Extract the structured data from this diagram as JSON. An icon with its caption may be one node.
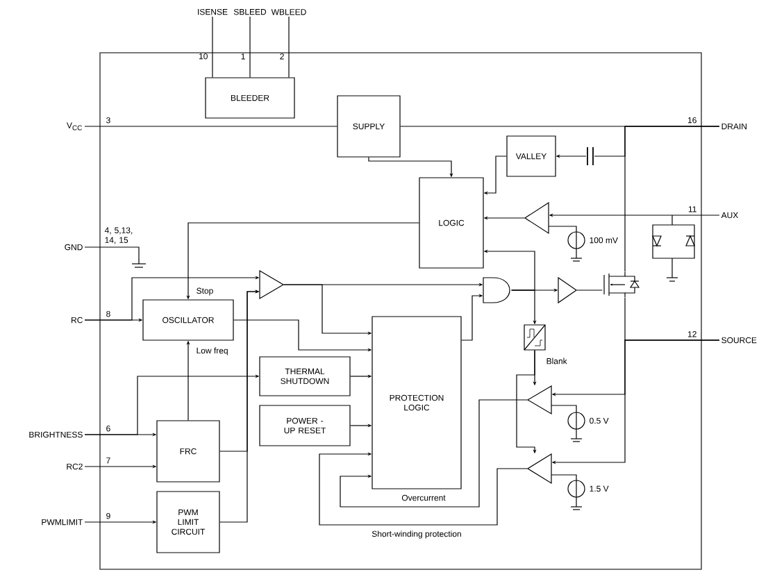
{
  "diagram": {
    "nodes": [
      {
        "text": [
          "ISENSE"
        ]
      },
      {
        "text": [
          "SBLEED"
        ]
      },
      {
        "text": [
          "WBLEED"
        ]
      },
      {
        "text": [
          "BLEEDER"
        ]
      },
      {
        "text": [
          "V$_{CC}$"
        ],
        "beside": [
          "3"
        ]
      },
      {
        "text": [
          "SUPPLY"
        ]
      },
      {
        "text": [
          "DRAIN"
        ],
        "beside": [
          "16"
        ]
      },
      {
        "text": [
          "VALLEY"
        ]
      },
      {
        "text": [
          "LOGIC"
        ]
      },
      {
        "text": [],
        "shape": "triangle"
      },
      {
        "text": [
          "AUX"
        ],
        "beside": [
          "11"
        ]
      },
      {
        "text": [
          "GND"
        ],
        "beside": [
          "4, 5,13, 14, 15"
        ]
      },
      {
        "text": [
          "RC"
        ],
        "beside": [
          "8"
        ]
      },
      {
        "text": [
          "OSCILLATOR"
        ]
      },
      {
        "text": [],
        "shape": "triangle"
      },
      {
        "text": [],
        "shape": "gate"
      },
      {
        "text": [],
        "shape": "triangle"
      },
      {
        "text": [],
        "shape": "transistor"
      },
      {
        "text": [],
        "shape": "box",
        "beside": [
          "Blank"
        ]
      },
      {
        "text": [
          "THERMAL SHUTDOWN"
        ]
      },
      {
        "text": [
          "POWER - UP RESET"
        ]
      },
      {
        "text": [
          "PROTECTION LOGIC"
        ]
      },
      {
        "text": [
          "BRIGHTNESS"
        ],
        "beside": [
          "6"
        ]
      },
      {
        "text": [
          "FRC"
        ]
      },
      {
        "text": [
          "RC2"
        ],
        "beside": [
          "7"
        ]
      },
      {
        "text": [
          "PWMLIMIT"
        ],
        "beside": [
          "9"
        ]
      },
      {
        "text": [
          "PWM LIMIT CIRCUIT"
        ]
      },
      {
        "text": [],
        "shape": "triangle"
      },
      {
        "text": [],
        "shape": "triangle"
      },
      {
        "text": [
          "SOURCE"
        ],
        "beside": [
          "12"
        ]
      }
    ],
    "edges": [
      {
        "from": 0,
        "to": 3,
        "arrow": "none"
      },
      {
        "from": 1,
        "to": 3,
        "arrow": "none"
      },
      {
        "from": 2,
        "to": 3,
        "arrow": "none"
      },
      {
        "from": 4,
        "to": 5,
        "arrow": "none"
      },
      {
        "from": 5,
        "to": 8,
        "arrow": "to"
      },
      {
        "from": 5,
        "to": 6,
        "arrow": "none"
      },
      {
        "from": 6,
        "to": 7,
        "arrow": "to"
      },
      {
        "from": 6,
        "to": 17,
        "arrow": "none"
      },
      {
        "from": 7,
        "to": 8,
        "arrow": "to"
      },
      {
        "from": 10,
        "to": 9,
        "arrow": "to"
      },
      {
        "from": 9,
        "to": 8,
        "arrow": "to"
      },
      {
        "from": 8,
        "to": 13,
        "arrow": "to",
        "label": "Stop"
      },
      {
        "from": 12,
        "to": 13,
        "arrow": "to"
      },
      {
        "from": 12,
        "to": 14,
        "arrow": "to"
      },
      {
        "from": 14,
        "to": 15,
        "arrow": "to"
      },
      {
        "from": 14,
        "to": 21,
        "arrow": "to"
      },
      {
        "from": 13,
        "to": 21,
        "arrow": "to"
      },
      {
        "from": 21,
        "to": 15,
        "arrow": "to"
      },
      {
        "from": 15,
        "to": 16,
        "arrow": "to"
      },
      {
        "from": 15,
        "to": 8,
        "arrow": "to"
      },
      {
        "from": 15,
        "to": 18,
        "arrow": "to"
      },
      {
        "from": 16,
        "to": 17,
        "arrow": "none"
      },
      {
        "from": 17,
        "to": 29,
        "arrow": "none"
      },
      {
        "from": 29,
        "to": 27,
        "arrow": "to"
      },
      {
        "from": 29,
        "to": 28,
        "arrow": "to"
      },
      {
        "from": 18,
        "to": 27,
        "arrow": "to"
      },
      {
        "from": 18,
        "to": 28,
        "arrow": "to"
      },
      {
        "from": 27,
        "to": 21,
        "arrow": "to",
        "label": "Overcurrent"
      },
      {
        "from": 28,
        "to": 21,
        "arrow": "to",
        "label": "Short-winding protection"
      },
      {
        "from": 19,
        "to": 21,
        "arrow": "to"
      },
      {
        "from": 20,
        "to": 21,
        "arrow": "to"
      },
      {
        "from": 22,
        "to": 23,
        "arrow": "to"
      },
      {
        "from": 22,
        "to": 19,
        "arrow": "to"
      },
      {
        "from": 24,
        "to": 23,
        "arrow": "to"
      },
      {
        "from": 23,
        "to": 13,
        "arrow": "to",
        "label": "Low freq"
      },
      {
        "from": 23,
        "to": 14,
        "arrow": "to"
      },
      {
        "from": 26,
        "to": 14,
        "arrow": "to"
      },
      {
        "from": 25,
        "to": 26,
        "arrow": "to"
      }
    ],
    "labels": [
      "10",
      "1",
      "2",
      "100 mV",
      "0.5 V",
      "1.5 V"
    ]
  }
}
